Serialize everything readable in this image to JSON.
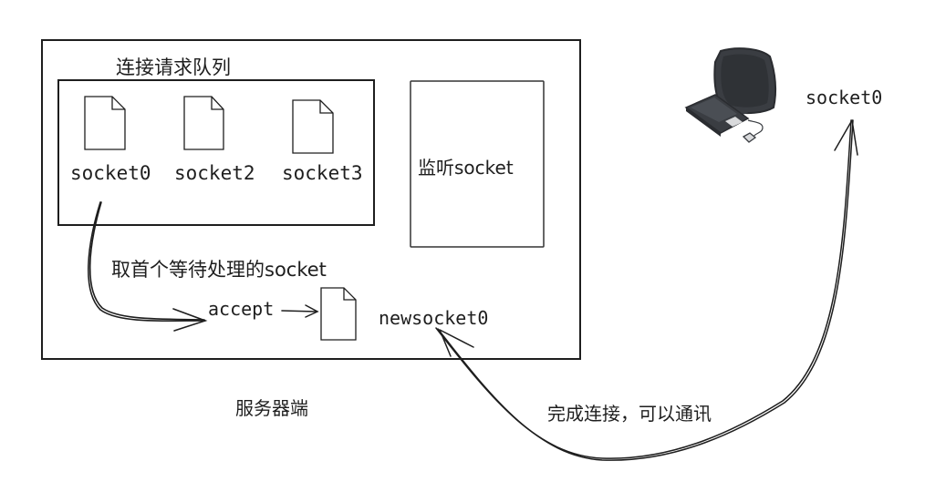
{
  "server": {
    "label": "服务器端",
    "queue": {
      "title": "连接请求队列",
      "sockets": [
        {
          "name": "socket0"
        },
        {
          "name": "socket2"
        },
        {
          "name": "socket3"
        }
      ]
    },
    "listen_socket": "监听socket",
    "take_first_label": "取首个等待处理的socket",
    "accept_label": "accept",
    "new_socket": "newsocket0"
  },
  "client": {
    "icon": "computer-icon",
    "socket": "socket0"
  },
  "connection_label": "完成连接，可以通讯",
  "colors": {
    "stroke": "#1e1e1e",
    "computer_dark": "#3a3d42",
    "computer_light": "#d9dadc"
  }
}
